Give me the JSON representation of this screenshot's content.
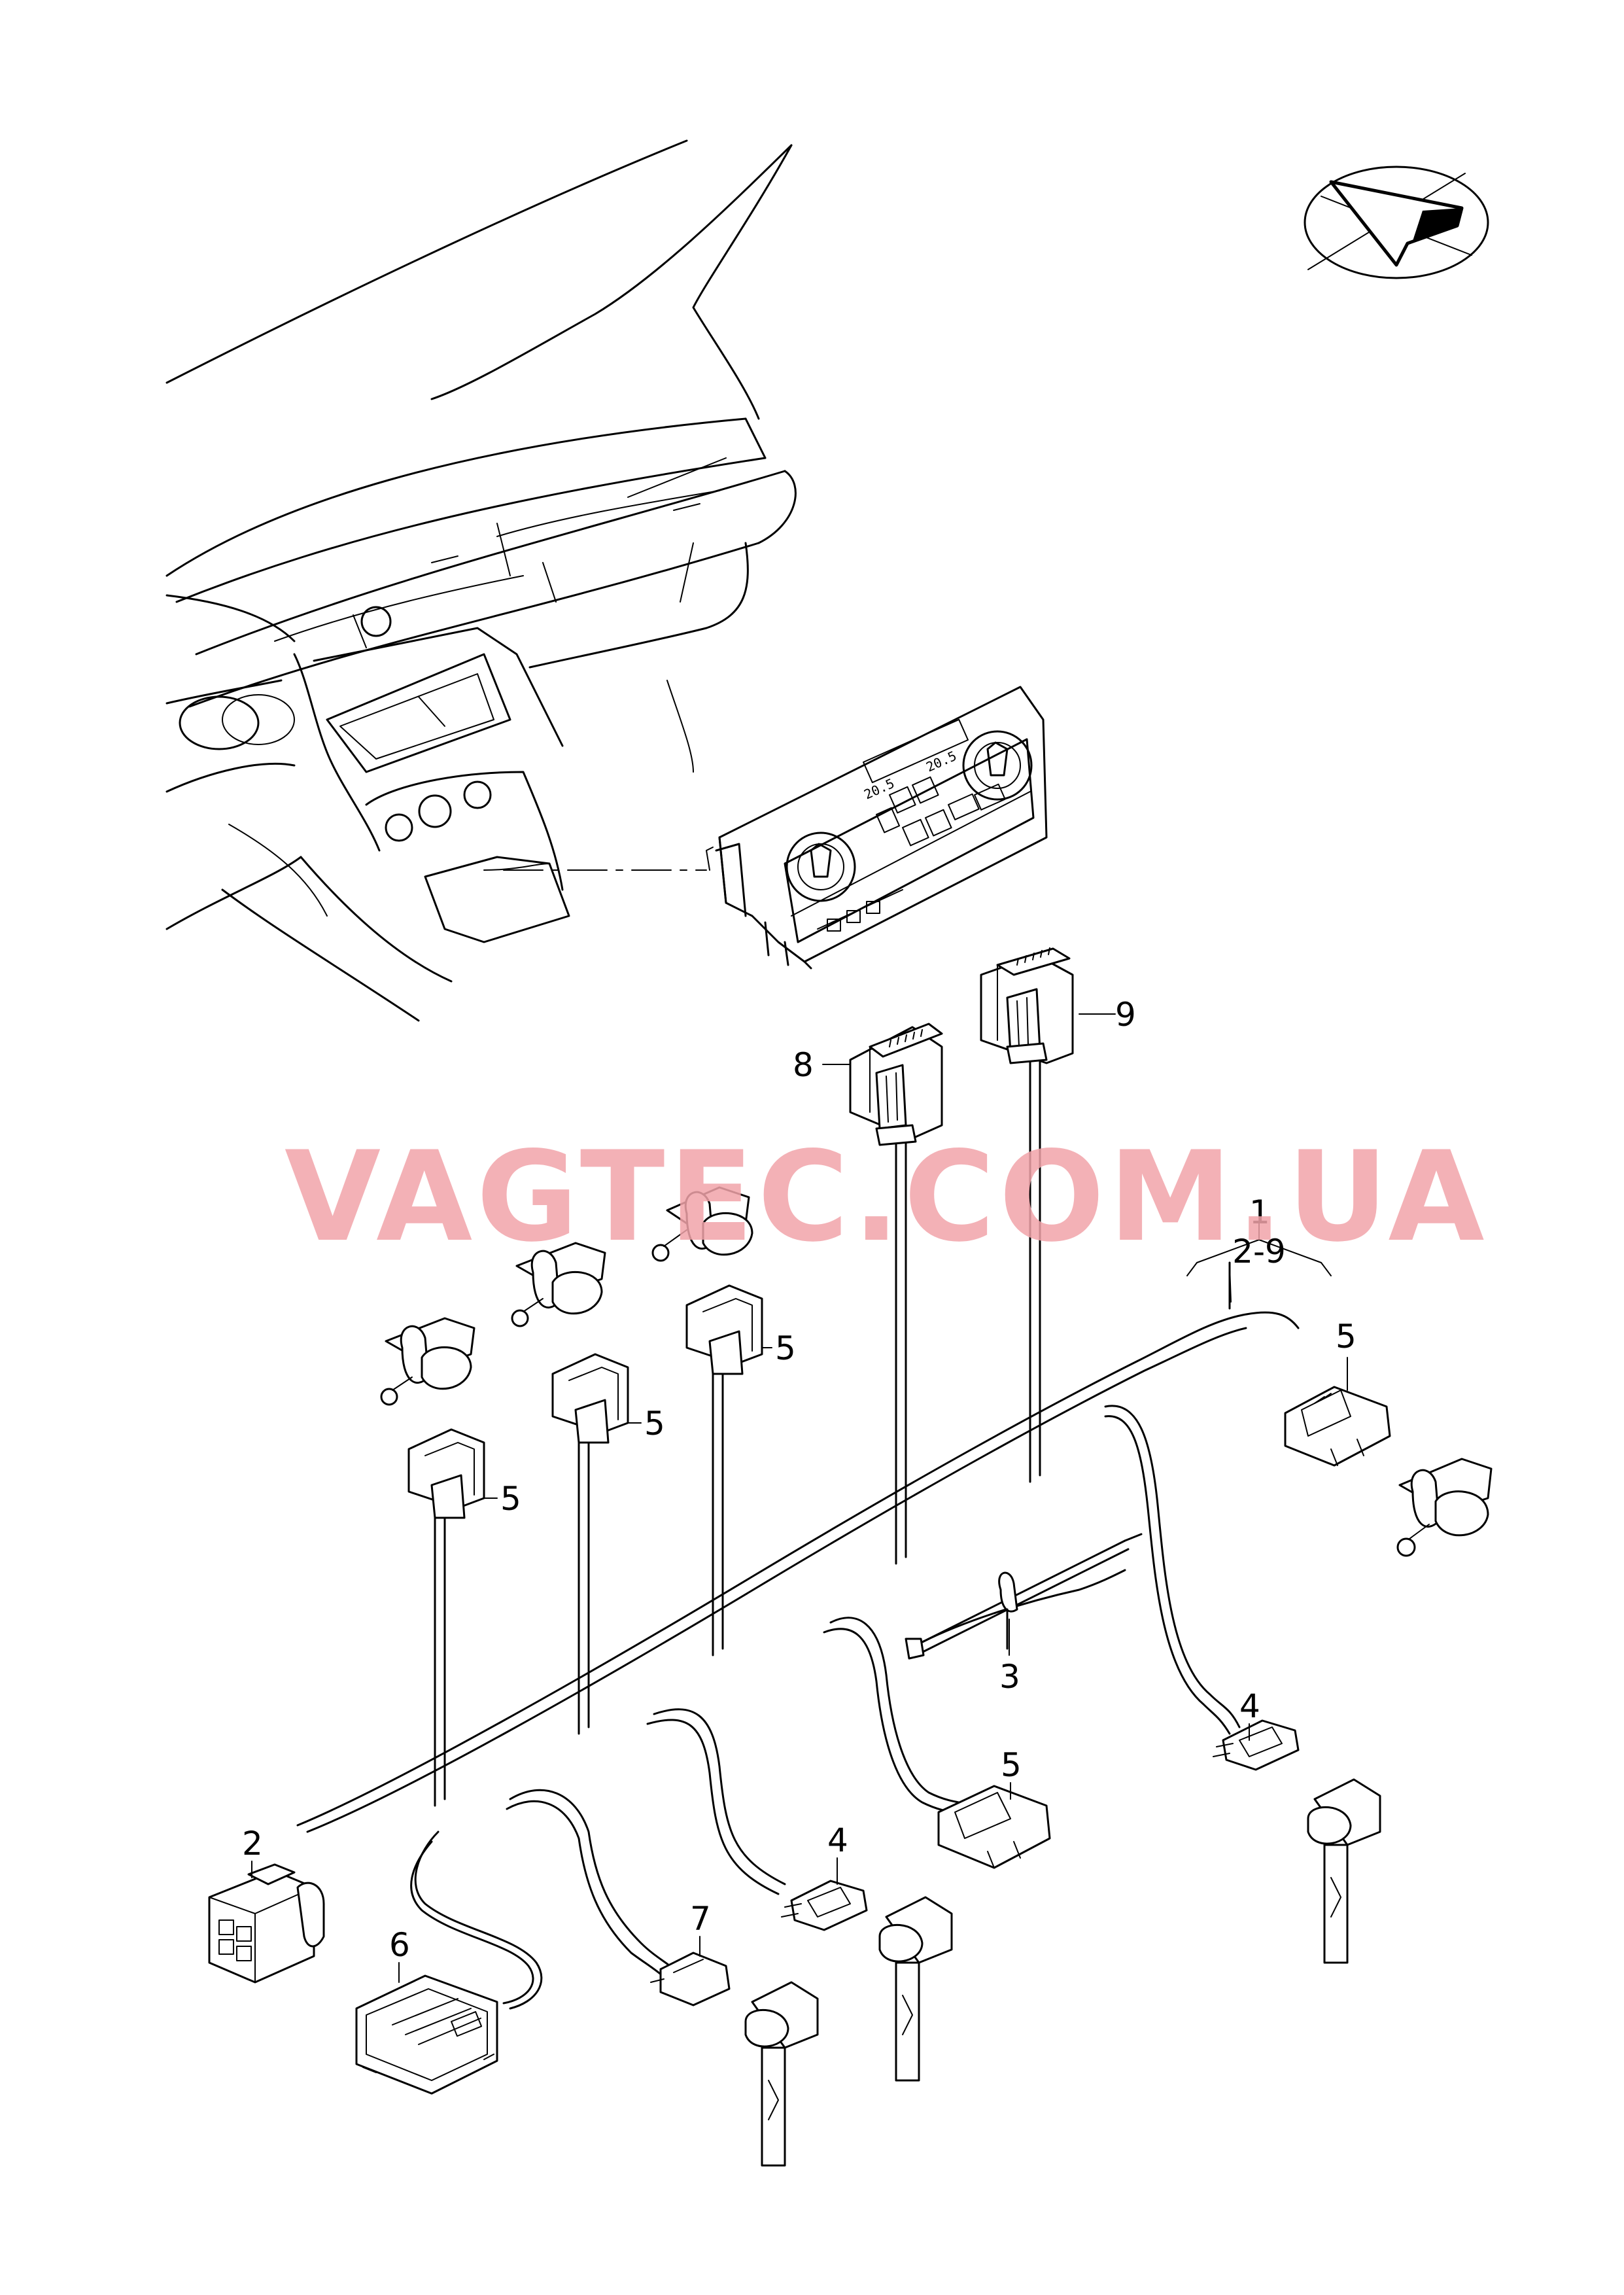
{
  "watermark": "VAGTEC.COM.UA",
  "orientation_icon": "forward-arrow-icon",
  "display_temps": {
    "left": "20.5",
    "right": "20.5"
  },
  "callouts": {
    "c1": "1",
    "c1_range": "2-9",
    "c2": "2",
    "c3": "3",
    "c4a": "4",
    "c4b": "4",
    "c5a": "5",
    "c5b": "5",
    "c5c": "5",
    "c5d": "5",
    "c5e": "5",
    "c6": "6",
    "c7": "7",
    "c8": "8",
    "c9": "9"
  }
}
